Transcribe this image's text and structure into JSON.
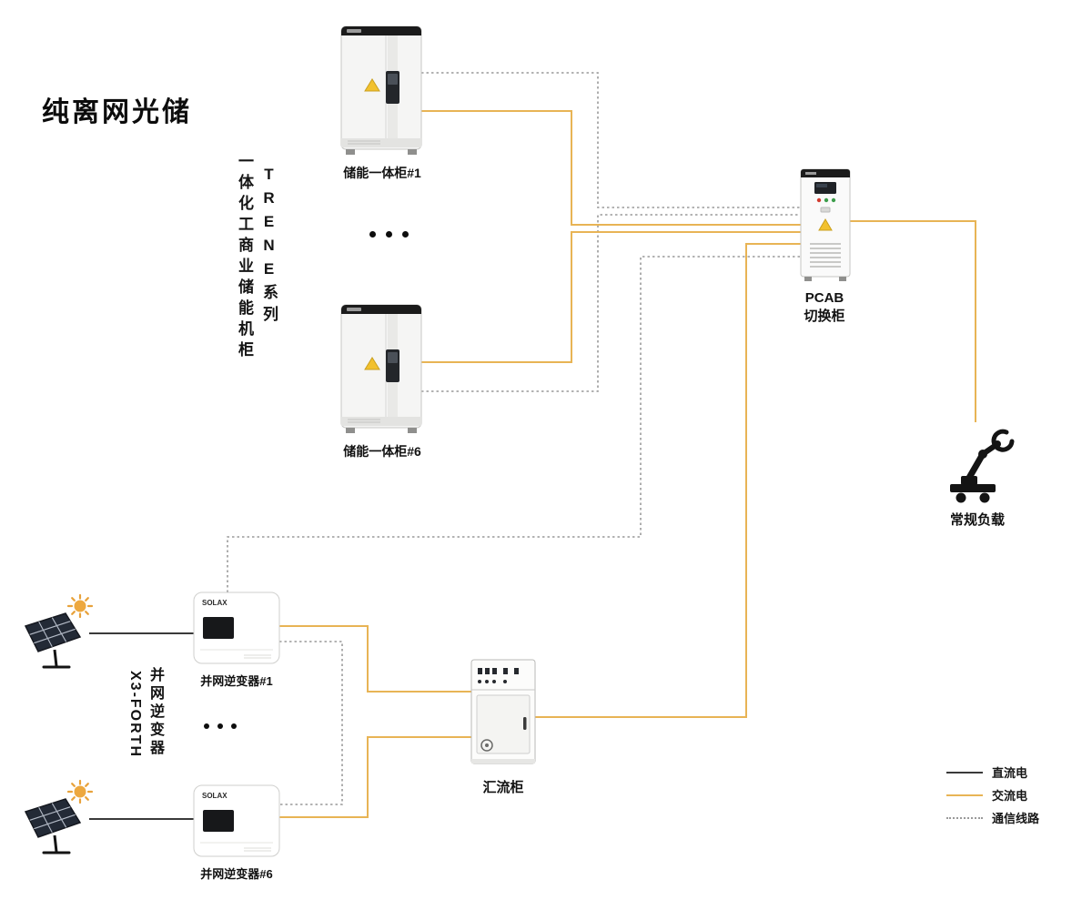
{
  "title": "纯离网光储",
  "labels": {
    "storage_group_cn": "一体化工商业储能机柜",
    "storage_group_series": "TRENE系列",
    "inverter_group_model": "X3-FORTH",
    "inverter_group_cn": "并网逆变器"
  },
  "nodes": {
    "storage_cabinet_1": "储能一体柜#1",
    "storage_cabinet_6": "储能一体柜#6",
    "pcab_line1": "PCAB",
    "pcab_line2": "切换柜",
    "load": "常规负载",
    "inverter_1": "并网逆变器#1",
    "inverter_6": "并网逆变器#6",
    "combiner": "汇流柜",
    "inverter_brand": "SOLAX"
  },
  "legend": [
    {
      "label": "直流电",
      "style": "solid",
      "color": "#3a3a3a"
    },
    {
      "label": "交流电",
      "style": "solid",
      "color": "#E8B455"
    },
    {
      "label": "通信线路",
      "style": "dotted",
      "color": "#9a9a9a"
    }
  ],
  "colors": {
    "dc": "#3a3a3a",
    "ac": "#E8B455",
    "comm": "#9a9a9a",
    "warning_yellow": "#F2C12E"
  }
}
